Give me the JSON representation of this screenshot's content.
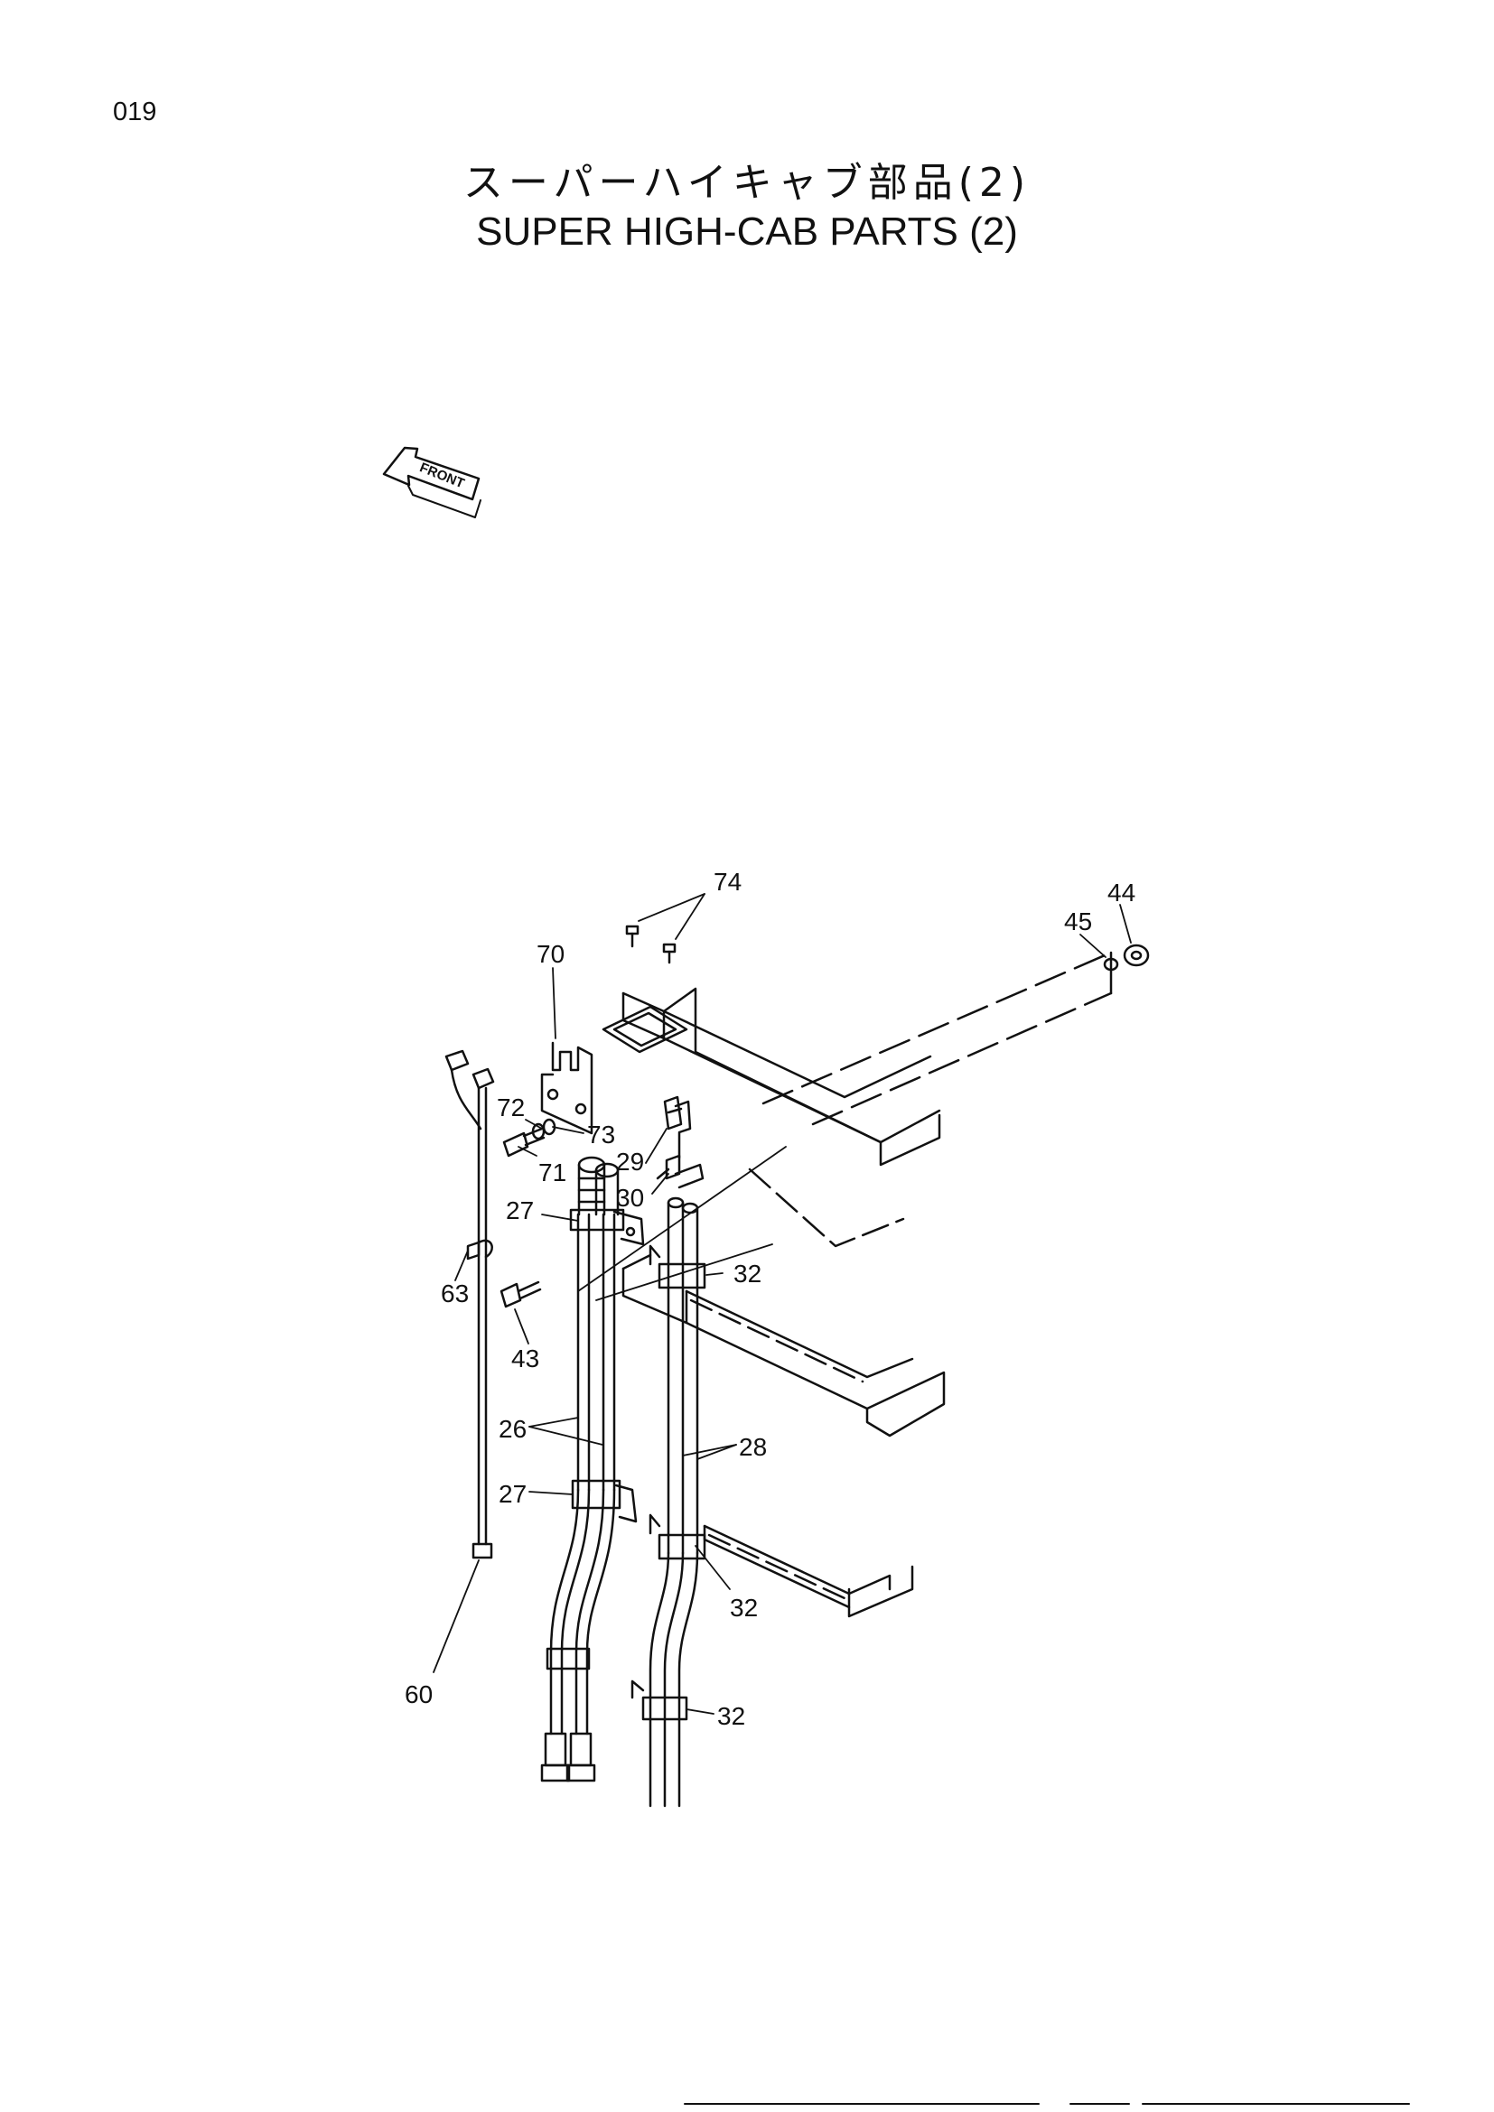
{
  "page": {
    "number": "019"
  },
  "title": {
    "japanese": "スーパーハイキャブ部品(2)",
    "english": "SUPER HIGH-CAB PARTS (2)"
  },
  "direction": {
    "label": "FRONT"
  },
  "callouts": {
    "c74": "74",
    "c70": "70",
    "c45": "45",
    "c44": "44",
    "c72": "72",
    "c73": "73",
    "c71": "71",
    "c29": "29",
    "c30": "30",
    "c27a": "27",
    "c63": "63",
    "c43": "43",
    "c32a": "32",
    "c26": "26",
    "c28": "28",
    "c27b": "27",
    "c32b": "32",
    "c60": "60",
    "c32c": "32"
  }
}
